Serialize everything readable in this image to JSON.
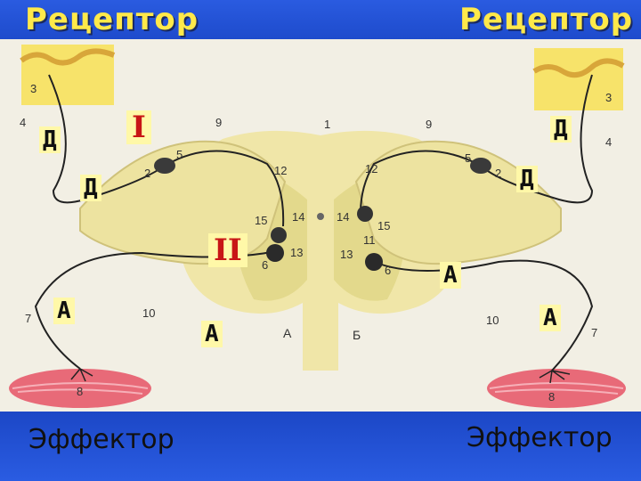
{
  "header": {
    "receptor_left": "Рецептор",
    "receptor_right": "Рецептор"
  },
  "footer": {
    "effector_left": "Эффектор",
    "effector_right": "Эффектор"
  },
  "neuron_tags": {
    "d_left_top": "Д",
    "d_left_mid": "Д",
    "d_right_top": "Д",
    "d_right_mid": "Д",
    "a_left": "А",
    "a_right": "А",
    "a_center": "А",
    "a_right_center": "А"
  },
  "roman": {
    "one": "I",
    "two": "II"
  },
  "numbers": {
    "n1": "1",
    "n2_left": "2",
    "n2_right": "2",
    "n3_left": "3",
    "n3_right": "3",
    "n4_left": "4",
    "n4_right": "4",
    "n5_left": "5",
    "n5_right": "5",
    "n6_left": "6",
    "n6_right": "6",
    "n7_left": "7",
    "n7_right": "7",
    "n8_left": "8",
    "n8_right": "8",
    "n9_left": "9",
    "n9_right": "9",
    "n10_left": "10",
    "n10_right": "10",
    "n11": "11",
    "n12_left": "12",
    "n12_right": "12",
    "n13_left": "13",
    "n13_right": "13",
    "n14_left": "14",
    "n14_right": "14",
    "n15_left": "15",
    "n15_right": "15"
  },
  "halves": {
    "a": "А",
    "b": "Б"
  },
  "colors": {
    "background_blue": "#1f4fd0",
    "title_yellow": "#ffe94a",
    "cord": "#f0e6a8",
    "grey_matter": "#e3d98c",
    "muscle": "#e86a78",
    "skin": "#f7e36a",
    "tag_red": "#c81616"
  }
}
